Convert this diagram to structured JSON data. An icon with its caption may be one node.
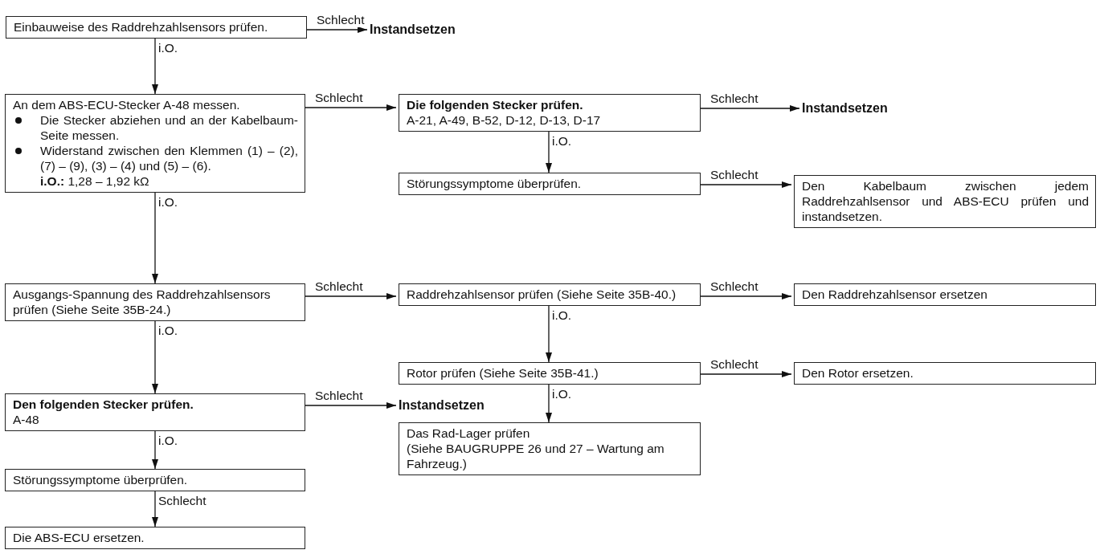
{
  "diagram": {
    "nodes": [
      {
        "text": [
          "Einbauweise des Raddrehzahlsensors prüfen."
        ]
      },
      {
        "text": [
          "Instandsetzen"
        ]
      },
      {
        "text": [
          "An dem ABS-ECU-Stecker A-48 messen.",
          "Die Stecker abziehen und an der Kabelbaum-Seite messen.",
          "Widerstand zwischen den Klemmen (1) – (2), (7) – (9), (3) – (4) und (5) – (6).",
          "**i.O.:** 1,28 – 1,92 kΩ"
        ]
      },
      {
        "text": [
          "Die folgenden Stecker prüfen.",
          "A-21, A-49, B-52, D-12, D-13, D-17"
        ]
      },
      {
        "text": [
          "Instandsetzen"
        ]
      },
      {
        "text": [
          "Störungssymptome überprüfen."
        ]
      },
      {
        "text": [
          "Den Kabelbaum zwischen jedem Raddrehzahlsensor und ABS-ECU prüfen und instandsetzen."
        ]
      },
      {
        "text": [
          "Ausgangs-Spannung des Raddrehzahlsensors prüfen (Siehe Seite 35B-24.)"
        ]
      },
      {
        "text": [
          "Raddrehzahlsensor prüfen (Siehe Seite 35B-40.)"
        ]
      },
      {
        "text": [
          "Den Raddrehzahlsensor ersetzen"
        ]
      },
      {
        "text": [
          "Rotor prüfen (Siehe Seite 35B-41.)"
        ]
      },
      {
        "text": [
          "Den Rotor ersetzen."
        ]
      },
      {
        "text": [
          "Den folgenden Stecker prüfen.",
          "A-48"
        ]
      },
      {
        "text": [
          "Instandsetzen"
        ]
      },
      {
        "text": [
          "Das Rad-Lager prüfen",
          "(Siehe BAUGRUPPE 26 und 27 – Wartung am Fahrzeug.)"
        ]
      },
      {
        "text": [
          "Störungssymptome überprüfen."
        ]
      },
      {
        "text": [
          "Die ABS-ECU ersetzen."
        ]
      }
    ],
    "edges": [
      {
        "from": 0,
        "to": 1,
        "arrow": "to",
        "label": "Schlecht"
      },
      {
        "from": 0,
        "to": 2,
        "arrow": "to",
        "label": "i.O."
      },
      {
        "from": 2,
        "to": 3,
        "arrow": "to",
        "label": "Schlecht"
      },
      {
        "from": 3,
        "to": 4,
        "arrow": "to",
        "label": "Schlecht"
      },
      {
        "from": 3,
        "to": 5,
        "arrow": "to",
        "label": "i.O."
      },
      {
        "from": 5,
        "to": 6,
        "arrow": "to",
        "label": "Schlecht"
      },
      {
        "from": 2,
        "to": 7,
        "arrow": "to",
        "label": "i.O."
      },
      {
        "from": 7,
        "to": 8,
        "arrow": "to",
        "label": "Schlecht"
      },
      {
        "from": 8,
        "to": 9,
        "arrow": "to",
        "label": "Schlecht"
      },
      {
        "from": 8,
        "to": 10,
        "arrow": "to",
        "label": "i.O."
      },
      {
        "from": 10,
        "to": 11,
        "arrow": "to",
        "label": "Schlecht"
      },
      {
        "from": 7,
        "to": 12,
        "arrow": "to",
        "label": "i.O."
      },
      {
        "from": 12,
        "to": 13,
        "arrow": "to",
        "label": "Schlecht"
      },
      {
        "from": 10,
        "to": 14,
        "arrow": "to",
        "label": "i.O."
      },
      {
        "from": 12,
        "to": 15,
        "arrow": "to",
        "label": "i.O."
      },
      {
        "from": 15,
        "to": 16,
        "arrow": "to",
        "label": "Schlecht"
      }
    ]
  }
}
